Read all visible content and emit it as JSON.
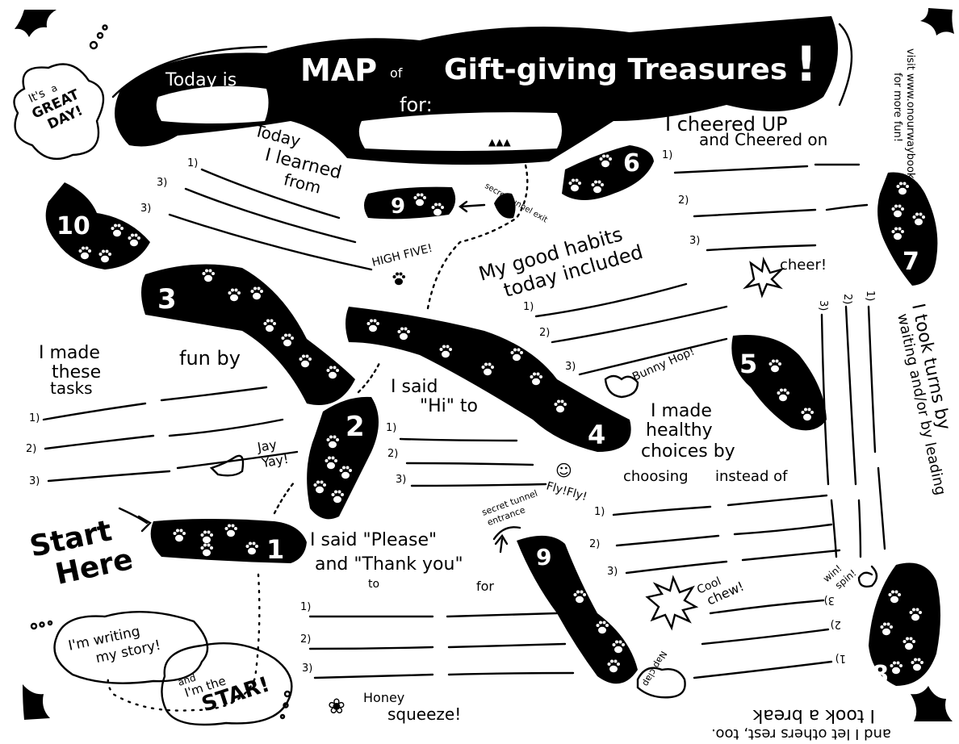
{
  "header": {
    "title": "MAP of Gift-giving Treasures!",
    "title_map": "MAP",
    "title_of": "of",
    "title_rest": "Gift-giving Treasures",
    "exclaim": "!",
    "today_is": "Today is",
    "for": "for:"
  },
  "website": {
    "line1": "visit www.onourwaybooks.com",
    "line2": "for more fun!"
  },
  "great_day": {
    "l1": "It's",
    "l2": "a",
    "l3": "GREAT",
    "l4": "DAY!"
  },
  "start_here": {
    "l1": "Start",
    "l2": "Here"
  },
  "story": {
    "l1": "I'm writing",
    "l2": "my story!",
    "l3": "and",
    "l4": "I'm the",
    "l5": "STAR!"
  },
  "stops": [
    {
      "number": "1",
      "paws": 5
    },
    {
      "number": "2",
      "paws": 5
    },
    {
      "number": "3",
      "paws": 7
    },
    {
      "number": "4",
      "paws": 7
    },
    {
      "number": "5",
      "paws": 3
    },
    {
      "number": "6",
      "paws": 3
    },
    {
      "number": "7",
      "paws": 4
    },
    {
      "number": "8",
      "paws": 6
    },
    {
      "number": "9",
      "paws": 2
    },
    {
      "number": "9",
      "paws": 4
    },
    {
      "number": "10",
      "paws": 4
    }
  ],
  "prompts": {
    "learned": {
      "l1": "Today",
      "l2": "I learned",
      "l3": "from"
    },
    "made_fun": {
      "l1": "I made",
      "l2": "these",
      "l3": "tasks",
      "l4": "fun by"
    },
    "said_hi": {
      "l1": "I said",
      "l2": "\"Hi\" to"
    },
    "please": {
      "l1": "I said \"Please\"",
      "l2": "and \"Thank you\"",
      "to": "to",
      "for": "for"
    },
    "cheered": {
      "l1": "I cheered UP",
      "l2": "and Cheered on"
    },
    "habits": {
      "l1": "My good habits",
      "l2": "today included"
    },
    "healthy": {
      "l1": "I made",
      "l2": "healthy",
      "l3": "choices by",
      "choosing": "choosing",
      "instead": "instead of"
    },
    "turns": {
      "l1": "I took turns by",
      "l2": "waiting and/or by leading"
    },
    "break": {
      "l1": "I took a break",
      "l2": "and I let others rest, too."
    }
  },
  "numbering": [
    "1)",
    "2)",
    "3)"
  ],
  "secret_tunnel": {
    "exit": "secret tunnel exit",
    "entrance1": "secret tunnel",
    "entrance2": "entrance"
  },
  "callouts": {
    "high_five": "HIGH FIVE!",
    "cheer": "cheer!",
    "bunny_hop": "Bunny Hop!",
    "jay_yay": {
      "l1": "Jay",
      "l2": "Yay!"
    },
    "fly_fly": "Fly!Fly!",
    "cool_chew": {
      "l1": "Cool",
      "l2": "chew!"
    },
    "win_spin": {
      "l1": "win!",
      "l2": "spin!"
    },
    "nap": "Nap clap",
    "honey": {
      "l1": "Honey",
      "l2": "squeeze!"
    }
  }
}
